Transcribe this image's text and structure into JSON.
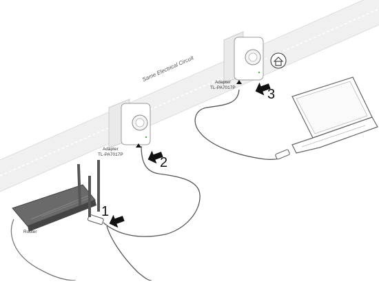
{
  "wall": {
    "circuit_label": "Same Electrical Circuit"
  },
  "router": {
    "label": "Router"
  },
  "adapter_left": {
    "label_line1": "Adapter",
    "label_line2": "TL-PA7017P"
  },
  "adapter_right": {
    "label_line1": "Adapter",
    "label_line2": "TL-PA7017P"
  },
  "steps": {
    "one": "1",
    "two": "2",
    "three": "3"
  },
  "colors": {
    "line": "#555555",
    "wall": "#eeeeee",
    "device": "#ffffff",
    "router": "#6a6a6a"
  },
  "icons": {
    "home": "home-icon"
  }
}
